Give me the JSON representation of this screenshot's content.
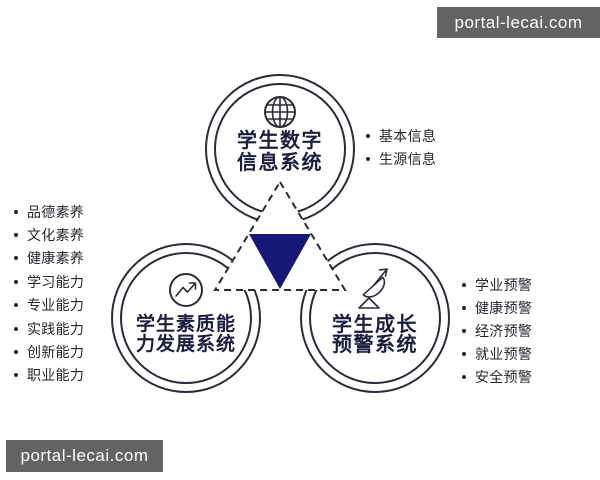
{
  "watermark": {
    "text": "portal-lecai.com"
  },
  "colors": {
    "background": "#ffffff",
    "outline": "#2b2b3a",
    "title_text": "#1d1d3f",
    "list_text": "#26262e",
    "triangle": "#171778",
    "watermark_bg": "#636363",
    "watermark_text": "#ffffff"
  },
  "nodes": {
    "top": {
      "title_line1": "学生数字",
      "title_line2": "信息系统",
      "icon": "globe-icon"
    },
    "left": {
      "title_line1": "学生素质能",
      "title_line2": "力发展系统",
      "icon": "trend-up-icon"
    },
    "right": {
      "title_line1": "学生成长",
      "title_line2": "预警系统",
      "icon": "satellite-dish-icon"
    }
  },
  "lists": {
    "top_right": [
      "基本信息",
      "生源信息"
    ],
    "left": [
      "品德素养",
      "文化素养",
      "健康素养",
      "学习能力",
      "专业能力",
      "实践能力",
      "创新能力",
      "职业能力"
    ],
    "right": [
      "学业预警",
      "健康预警",
      "经济预警",
      "就业预警",
      "安全预警"
    ]
  }
}
